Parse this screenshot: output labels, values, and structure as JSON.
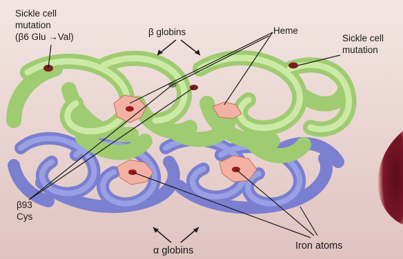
{
  "labels": {
    "sickle_left_line1": "Sickle cell",
    "sickle_left_line2": "mutation",
    "sickle_left_line3": "(β6 Glu →Val)",
    "beta_globins": "β globins",
    "heme": "Heme",
    "sickle_right_line1": "Sickle cell",
    "sickle_right_line2": "mutation",
    "b93_line1": "β93",
    "b93_line2": "Cys",
    "alpha_globins": "α globins",
    "iron_atoms": "Iron atoms"
  },
  "colors": {
    "background_top": "#f1e3e0",
    "background_bottom": "#e2c4c1",
    "beta_chain": "#b9dc8f",
    "beta_chain_dark": "#8fbd62",
    "alpha_chain": "#8f94dc",
    "alpha_chain_dark": "#6a6fc2",
    "heme": "#f4b4a4",
    "iron": "#9b1b1b",
    "mutation_dot": "#7a1e1e",
    "red_cell": "#6d1020"
  }
}
